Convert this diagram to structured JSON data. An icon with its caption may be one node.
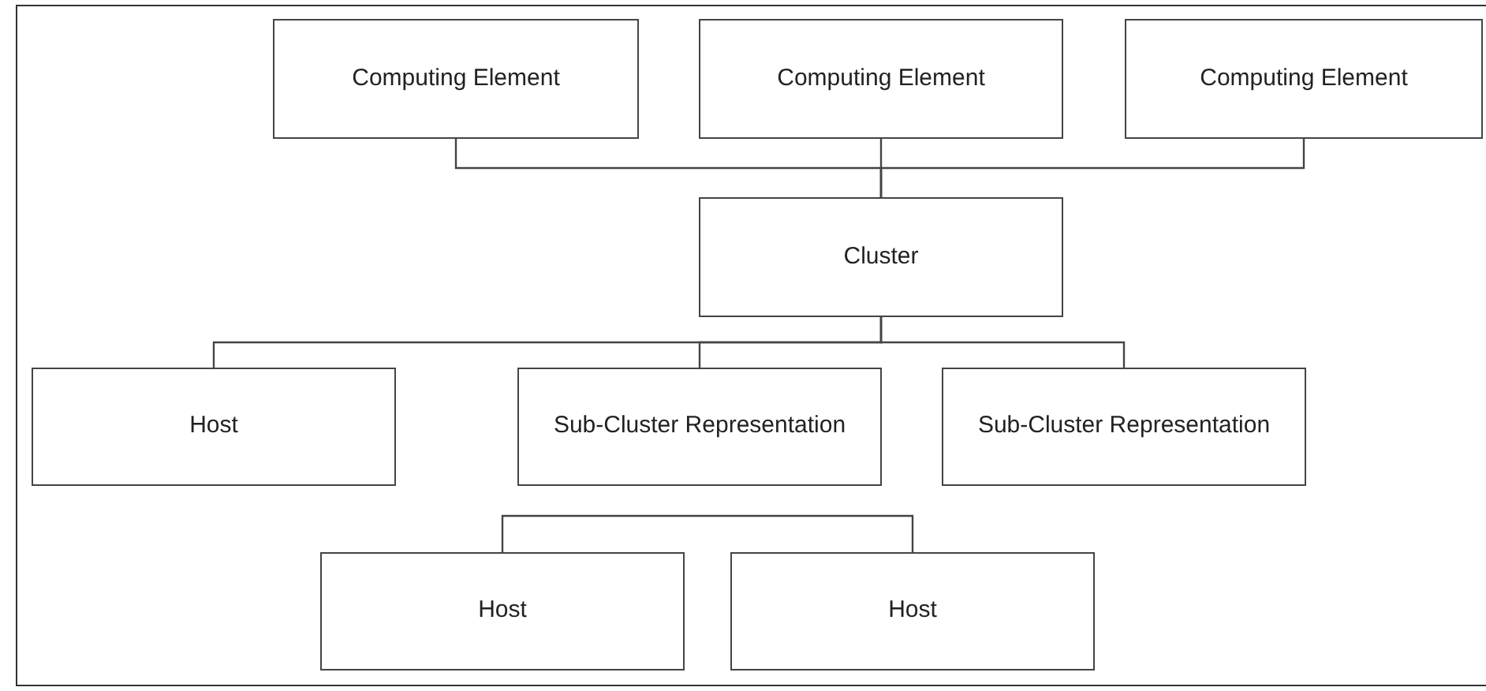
{
  "diagram": {
    "nodes": [
      {
        "text": [
          "Computing Element"
        ]
      },
      {
        "text": [
          "Computing Element"
        ]
      },
      {
        "text": [
          "Computing Element"
        ]
      },
      {
        "text": [
          "Cluster"
        ]
      },
      {
        "text": [
          "Host"
        ]
      },
      {
        "text": [
          "Sub-Cluster Representation"
        ]
      },
      {
        "text": [
          "Sub-Cluster Representation"
        ]
      },
      {
        "text": [
          "Host"
        ]
      },
      {
        "text": [
          "Host"
        ]
      }
    ],
    "edges": [
      {
        "from": 0,
        "to": 3,
        "arrow": "none"
      },
      {
        "from": 1,
        "to": 3,
        "arrow": "none"
      },
      {
        "from": 2,
        "to": 3,
        "arrow": "none"
      },
      {
        "from": 3,
        "to": 4,
        "arrow": "none"
      },
      {
        "from": 3,
        "to": 5,
        "arrow": "none"
      },
      {
        "from": 3,
        "to": 6,
        "arrow": "none"
      },
      {
        "from": 7,
        "to": 8,
        "arrow": "none"
      }
    ]
  }
}
